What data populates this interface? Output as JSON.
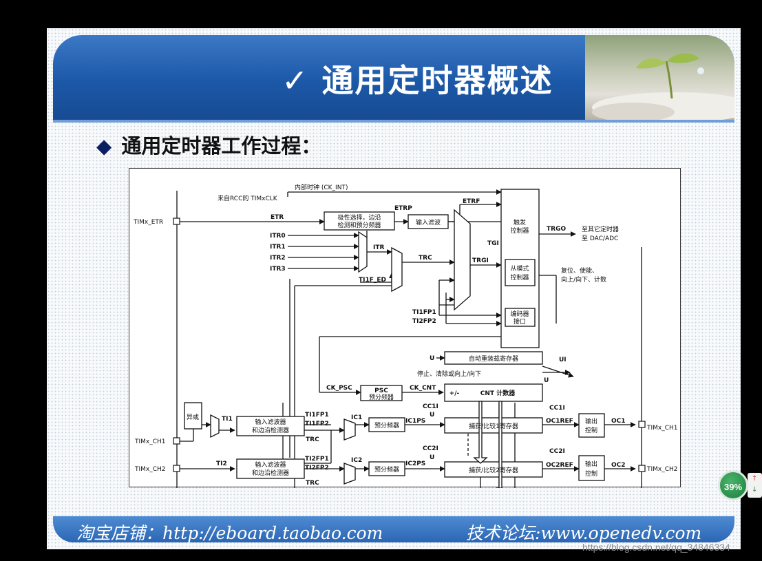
{
  "slide": {
    "title": "✓ 通用定时器概述",
    "subtitle_bullet": "◆",
    "subtitle": "通用定时器工作过程：",
    "footer_left": "淘宝店铺：http://eboard.taobao.com",
    "footer_right": "技术论坛:www.openedv.com"
  },
  "diagram": {
    "internal_clock": "内部时钟 (CK_INT)",
    "rcc_clock": "来自RCC的 TIMxCLK",
    "pins": {
      "etr": "TIMx_ETR",
      "ch1": "TIMx_CH1",
      "ch2": "TIMx_CH2",
      "out_ch1": "TIMx_CH1",
      "out_ch2": "TIMx_CH2"
    },
    "signals": {
      "etr": "ETR",
      "etrp": "ETRP",
      "etrf": "ETRF",
      "itr0": "ITR0",
      "itr1": "ITR1",
      "itr2": "ITR2",
      "itr3": "ITR3",
      "itr": "ITR",
      "trc": "TRC",
      "ti1f_ed": "TI1F_ED",
      "trgi": "TRGI",
      "tgi": "TGI",
      "ti1fp1": "TI1FP1",
      "ti2fp2": "TI2FP2",
      "trgo": "TRGO",
      "ck_psc": "CK_PSC",
      "ck_cnt": "CK_CNT",
      "u": "U",
      "ui": "UI",
      "ti1": "TI1",
      "ti2": "TI2",
      "ic1": "IC1",
      "ic2": "IC2",
      "ic1ps": "IC1PS",
      "ic2ps": "IC2PS",
      "cc1i": "CC1I",
      "cc2i": "CC2I",
      "oc1ref": "OC1REF",
      "oc2ref": "OC2REF",
      "oc1": "OC1",
      "oc2": "OC2",
      "ch1_ti1fp1": "TI1FP1",
      "ch1_ti1fp2": "TI1FP2",
      "ch2_ti2fp1": "TI2FP1",
      "ch2_ti2fp2": "TI2FP2"
    },
    "blocks": {
      "polarity_1": "极性选择，边沿",
      "polarity_2": "检测和预分频器",
      "input_filter": "输入滤波",
      "trigger_1": "触发",
      "trigger_2": "控制器",
      "slave_1": "从模式",
      "slave_2": "控制器",
      "encoder_1": "编码器",
      "encoder_2": "接口",
      "arr": "自动重装载寄存器",
      "psc_1": "PSC",
      "psc_2": "预分频器",
      "cnt_pm": "+/-",
      "cnt": "CNT 计数器",
      "xor": "异或",
      "filter1_1": "输入滤波器",
      "filter1_2": "和边沿检测器",
      "filter2_1": "输入滤波器",
      "filter2_2": "和边沿检测器",
      "prescaler1": "预分频器",
      "prescaler2": "预分频器",
      "cc1": "捕获/比较1寄存器",
      "cc2": "捕获/比较2寄存器",
      "out_ctrl1_1": "输出",
      "out_ctrl1_2": "控制",
      "out_ctrl2_1": "输出",
      "out_ctrl2_2": "控制"
    },
    "notes": {
      "to_other_1": "至其它定时器",
      "to_other_2": "至 DAC/ADC",
      "reset_1": "复位、使能、",
      "reset_2": "向上/向下、计数",
      "stop": "停止、清除或向上/向下"
    }
  },
  "ui": {
    "zoom": "39%",
    "zoom_up": "↑",
    "zoom_down": "↓",
    "watermark": "https://blog.csdn.net/qq_34846334"
  }
}
